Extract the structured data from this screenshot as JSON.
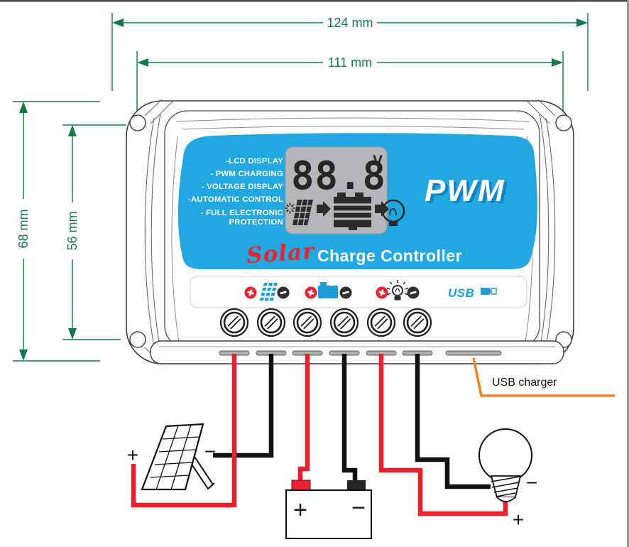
{
  "dimensions": {
    "outer_width": "124 mm",
    "inner_width": "111 mm",
    "outer_height": "68 mm",
    "inner_height": "56 mm"
  },
  "panel": {
    "features": [
      "-LCD DISPLAY",
      "- PWM CHARGING",
      "- VOLTAGE DISPLAY",
      "-AUTOMATIC CONTROL",
      "- FULL ELECTRONIC",
      "PROTECTION"
    ],
    "lcd_value": "88.8",
    "lcd_unit": "V",
    "logo": "PWM",
    "brand_script": "Solar",
    "brand_text": "Charge Controller",
    "usb_logo": "USB"
  },
  "annotations": {
    "usb_charger": "USB charger",
    "pv_plus": "+",
    "pv_minus": "−",
    "battery_plus": "+",
    "battery_minus": "−",
    "load_minus": "−",
    "load_plus": "+"
  },
  "colors": {
    "dimension_green": "#17784a",
    "panel_blue": "#22a7e1",
    "icon_blue": "#1e9cd7",
    "wire_red": "#e8212e",
    "wire_black": "#111111",
    "leader_orange": "#f58220",
    "lcd_gray": "#b5b6ba"
  }
}
